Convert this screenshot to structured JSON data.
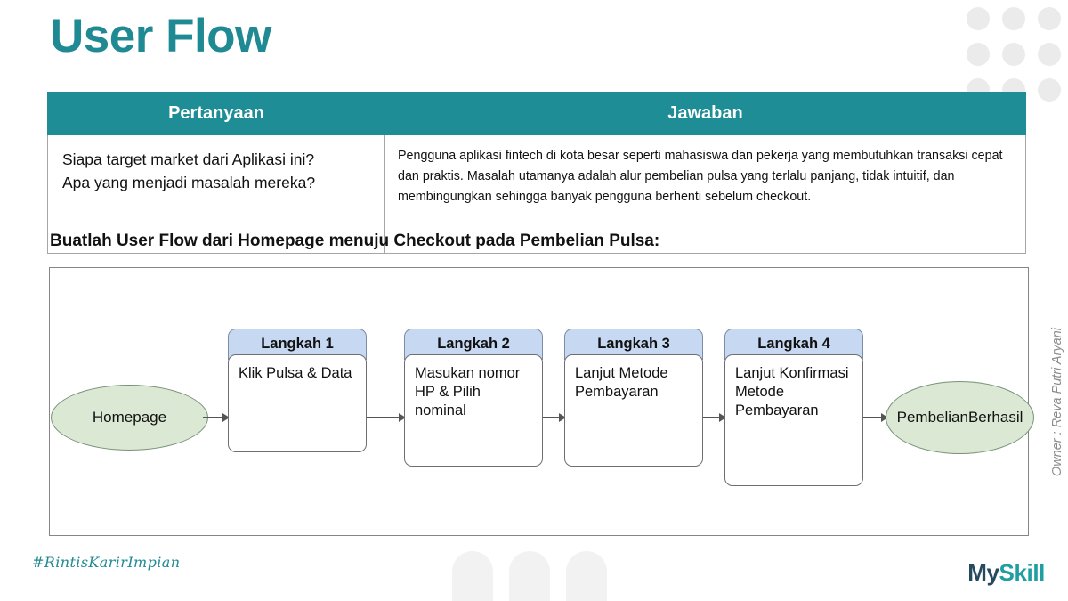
{
  "slide": {
    "title": "User Flow",
    "accent_color": "#1f8a93",
    "header_fill": "#1e8d96",
    "step_header_fill": "#c6d8f2",
    "terminator_fill": "#dbe8d3"
  },
  "qa_table": {
    "columns": [
      "Pertanyaan",
      "Jawaban"
    ],
    "rows": [
      {
        "question": "Siapa target market dari Aplikasi ini?\nApa yang menjadi masalah mereka?",
        "question_line1": "Siapa target market dari Aplikasi ini?",
        "question_line2": "Apa yang menjadi masalah mereka?",
        "answer": "Pengguna aplikasi fintech di kota besar seperti mahasiswa dan pekerja yang membutuhkan transaksi cepat dan praktis. Masalah utamanya adalah alur pembelian pulsa yang terlalu panjang, tidak intuitif, dan membingungkan sehingga banyak pengguna berhenti sebelum checkout."
      }
    ]
  },
  "instruction": "Buatlah User Flow dari Homepage menuju Checkout pada Pembelian Pulsa:",
  "flow": {
    "start": "Homepage",
    "end": "Pembelian\nBerhasil",
    "end_line1": "Pembelian",
    "end_line2": "Berhasil",
    "steps": [
      {
        "header": "Langkah 1",
        "body": "Klik Pulsa & Data"
      },
      {
        "header": "Langkah 2",
        "body": "Masukan nomor HP & Pilih nominal"
      },
      {
        "header": "Langkah 3",
        "body": "Lanjut Metode Pembayaran"
      },
      {
        "header": "Langkah 4",
        "body": "Lanjut Konfirmasi Metode Pembayaran"
      }
    ]
  },
  "owner": "Owner : Reva Putri Aryani",
  "footer": {
    "hashtag": "#RintisKarirImpian",
    "logo_part1": "My",
    "logo_part2": "Skill"
  }
}
